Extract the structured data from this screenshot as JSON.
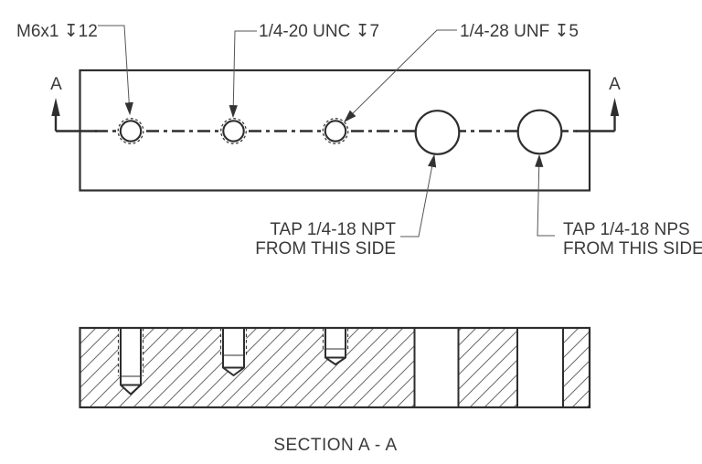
{
  "colors": {
    "object_line": "#2e2e2e",
    "thin_line": "#555555",
    "hatch_line": "#6a6a6a",
    "text": "#3a3a3a",
    "background": "#ffffff"
  },
  "top_view": {
    "section_label_left": "A",
    "section_label_right": "A",
    "callouts": {
      "m6": {
        "text": "M6x1 ↧12"
      },
      "unc": {
        "text": "1/4-20 UNC ↧7"
      },
      "unf": {
        "text": "1/4-28 UNF ↧5"
      },
      "npt": {
        "lines": [
          "TAP 1/4-18 NPT",
          "FROM THIS SIDE"
        ]
      },
      "nps": {
        "lines": [
          "TAP 1/4-18 NPS",
          "FROM THIS SIDE"
        ]
      }
    }
  },
  "section_view": {
    "caption": "SECTION A - A"
  }
}
